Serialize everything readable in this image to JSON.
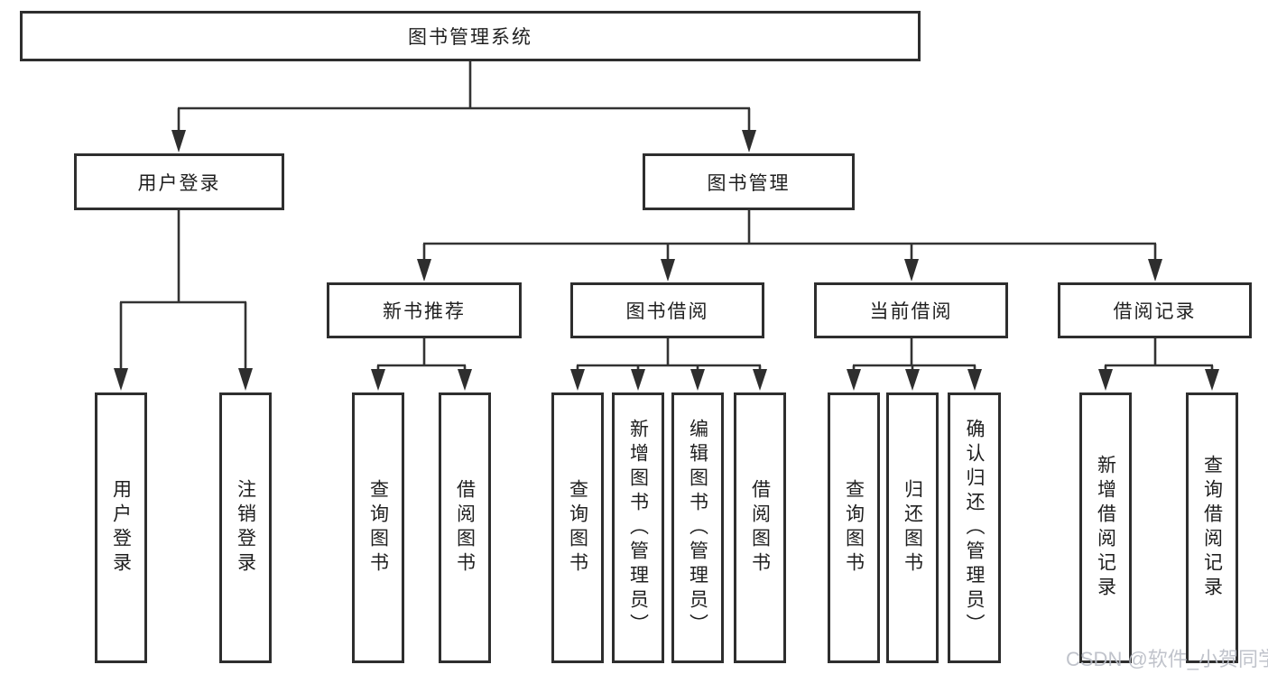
{
  "diagram_title": "图书管理系统",
  "tree": {
    "label": "图书管理系统",
    "children": [
      {
        "label": "用户登录",
        "children": [
          {
            "label": "用户登录"
          },
          {
            "label": "注销登录"
          }
        ]
      },
      {
        "label": "图书管理",
        "children": [
          {
            "label": "新书推荐",
            "children": [
              {
                "label": "查询图书"
              },
              {
                "label": "借阅图书"
              }
            ]
          },
          {
            "label": "图书借阅",
            "children": [
              {
                "label": "查询图书"
              },
              {
                "label": "新增图书（管理员）"
              },
              {
                "label": "编辑图书（管理员）"
              },
              {
                "label": "借阅图书"
              }
            ]
          },
          {
            "label": "当前借阅",
            "children": [
              {
                "label": "查询图书"
              },
              {
                "label": "归还图书"
              },
              {
                "label": "确认归还（管理员）"
              }
            ]
          },
          {
            "label": "借阅记录",
            "children": [
              {
                "label": "新增借阅记录"
              },
              {
                "label": "查询借阅记录"
              }
            ]
          }
        ]
      }
    ]
  },
  "watermark": {
    "text": "CSDN @软件_小贺同学"
  },
  "colors": {
    "line": "#333333",
    "box_border": "#2e2e2e",
    "text": "#1f1f1f",
    "background": "#ffffff",
    "watermark": "#b9bcc5"
  }
}
